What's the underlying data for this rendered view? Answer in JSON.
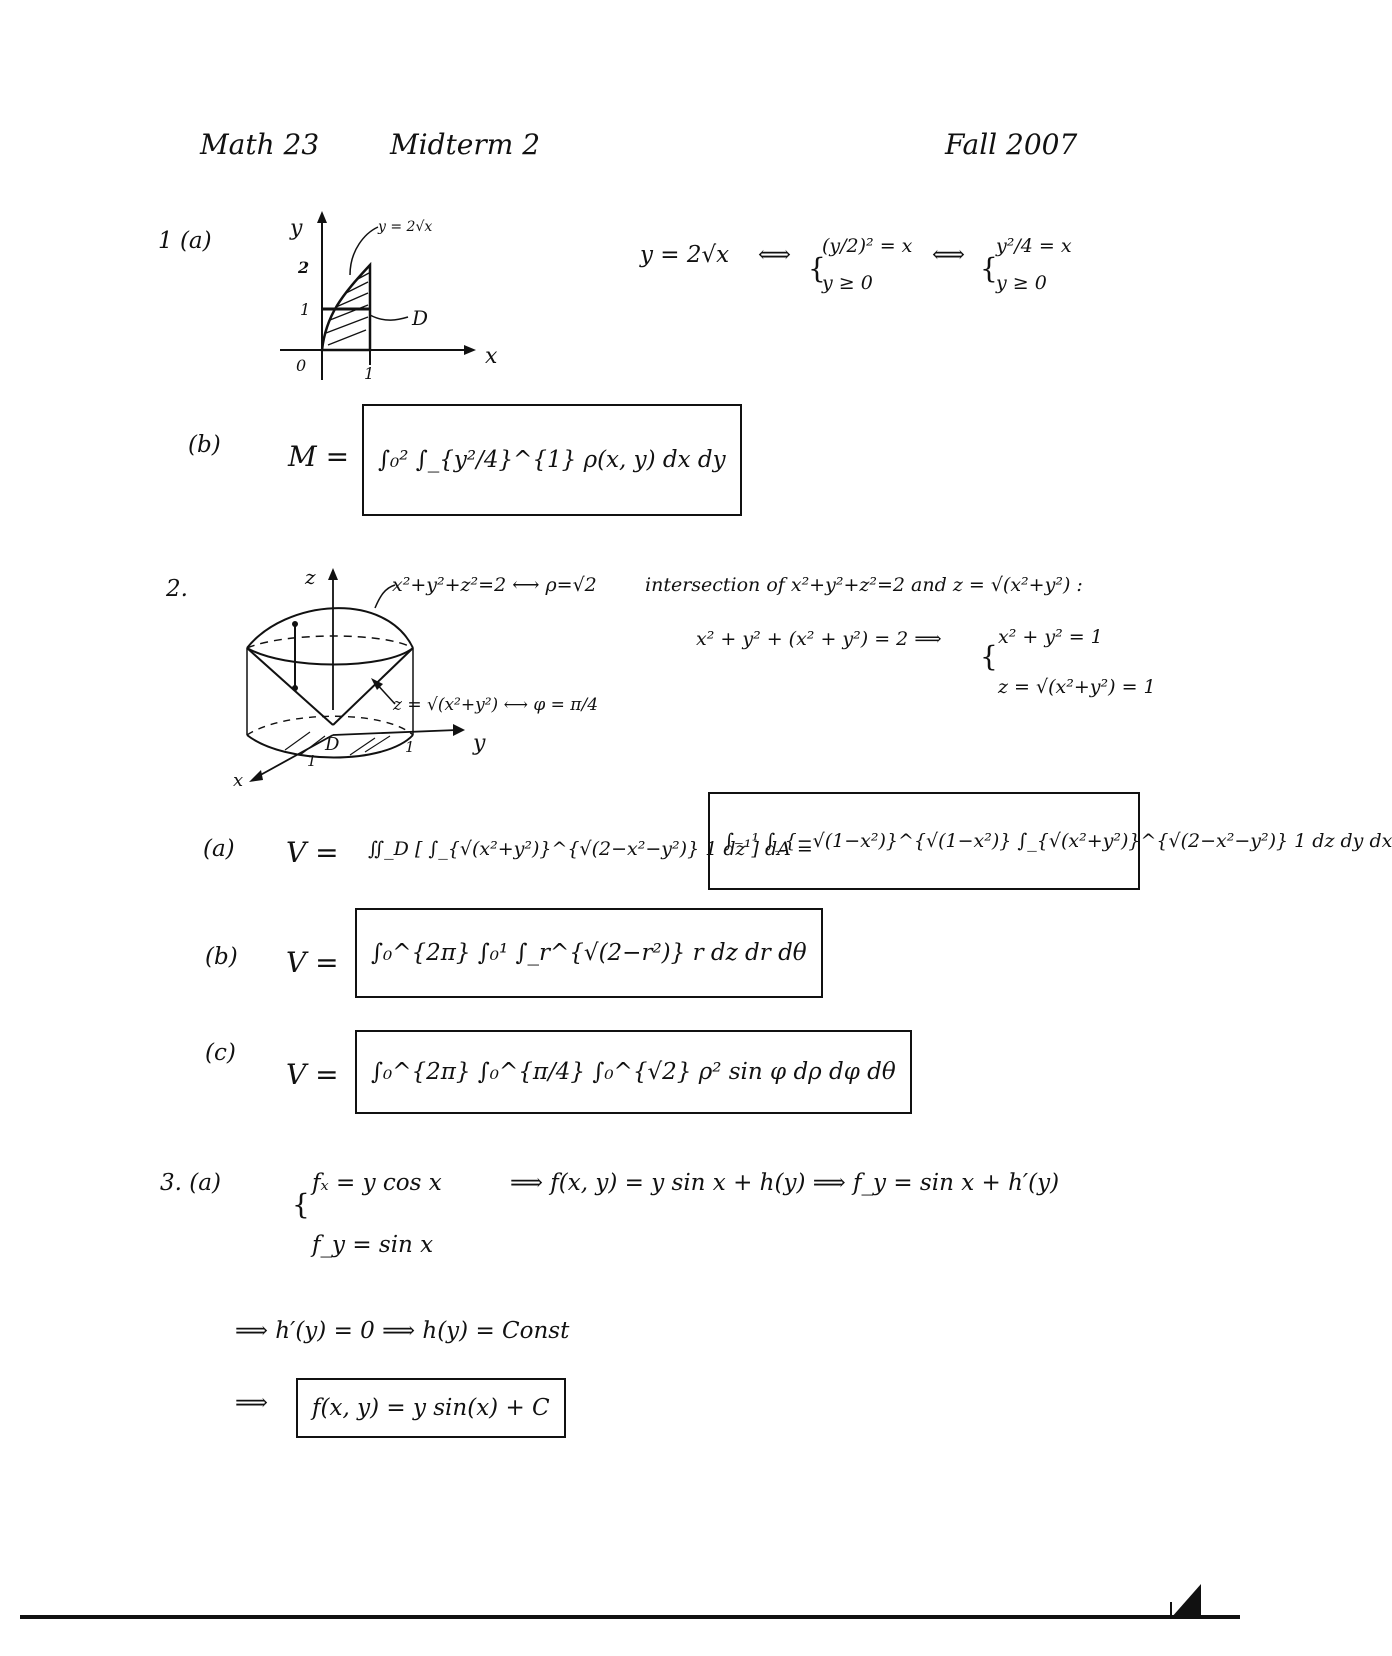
{
  "header": {
    "course": "Math 23",
    "exam": "Midterm 2",
    "term": "Fall 2007"
  },
  "p1": {
    "label_a": "1 (a)",
    "label_b": "(b)",
    "graph": {
      "y_axis": "y",
      "x_axis": "x",
      "curve_label": "y = 2√x",
      "tick_2": "2",
      "tick_1y": "1",
      "origin": "0",
      "tick_1x": "1",
      "region": "D"
    },
    "equiv": {
      "lhs": "y = 2√x",
      "mid_top": "(y/2)² = x",
      "mid_bottom": "y ≥ 0",
      "right_top": "y²/4 = x",
      "right_bottom": "y ≥ 0",
      "arrow": "⟺"
    },
    "mass_lhs": "M =",
    "mass": "∫₀² ∫_{y²/4}^{1}  ρ(x, y) dx dy"
  },
  "p2": {
    "label": "2.",
    "sphere_eq": "x²+y²+z²=2 ⟷ ρ=√2",
    "intersection": "intersection of  x²+y²+z²=2  and  z = √(x²+y²) :",
    "sub_eq": "x² + y² + (x² + y²) = 2  ⟹",
    "sys_top": "x² + y² = 1",
    "sys_bottom": "z = √(x²+y²) = 1",
    "graph": {
      "z_axis": "z",
      "y_axis": "y",
      "x_axis": "x",
      "cone_label": "z = √(x²+y²) ⟷ φ = π/4",
      "region": "D",
      "tick_1y": "1",
      "tick_1x": "1"
    },
    "label_a": "(a)",
    "label_b": "(b)",
    "label_c": "(c)",
    "v_lhs": "V =",
    "a_mid": "∬_D [ ∫_{√(x²+y²)}^{√(2−x²−y²)} 1 dz ] dA  =",
    "a_box": "∫₋₁¹ ∫_{−√(1−x²)}^{√(1−x²)} ∫_{√(x²+y²)}^{√(2−x²−y²)} 1 dz dy dx",
    "b_box": "∫₀^{2π} ∫₀¹ ∫_r^{√(2−r²)}  r dz dr dθ",
    "c_box": "∫₀^{2π} ∫₀^{π/4} ∫₀^{√2}  ρ² sin φ dρ dφ dθ"
  },
  "p3": {
    "label": "3.  (a)",
    "fx": "fₓ = y cos x",
    "fy": "f_y = sin x",
    "line1_rest": "⟹   f(x, y) = y sin x + h(y)  ⟹  f_y = sin x + h′(y)",
    "line2": "⟹   h′(y) = 0   ⟹   h(y) = Const",
    "implies": "⟹",
    "final": "f(x, y) = y sin(x) + C"
  }
}
